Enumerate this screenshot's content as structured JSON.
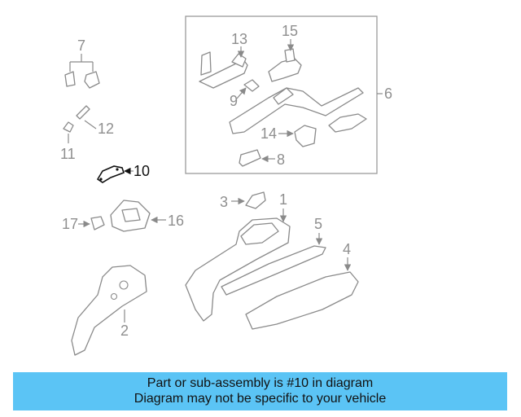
{
  "diagram": {
    "callouts": {
      "c1": "1",
      "c2": "2",
      "c3": "3",
      "c4": "4",
      "c5": "5",
      "c6": "6",
      "c7": "7",
      "c8": "8",
      "c9": "9",
      "c10": "10",
      "c11": "11",
      "c12": "12",
      "c13": "13",
      "c14": "14",
      "c15": "15",
      "c16": "16",
      "c17": "17"
    },
    "highlighted_part": "10",
    "colors": {
      "line": "#8a8a8a",
      "highlight": "#111111",
      "banner": "#5bc4f5"
    }
  },
  "banner": {
    "line1": "Part or sub-assembly is #10 in diagram",
    "line2": "Diagram may not be specific to your vehicle"
  }
}
